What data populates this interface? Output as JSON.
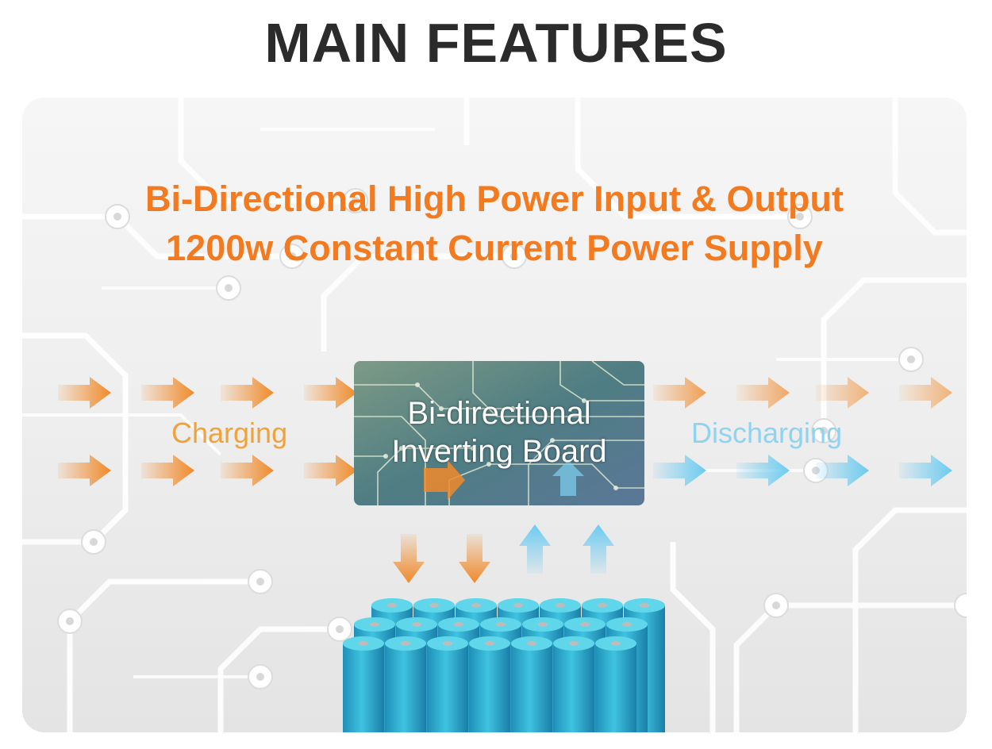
{
  "page": {
    "title": "MAIN FEATURES"
  },
  "headline": {
    "line1": "Bi-Directional High Power Input & Output",
    "line2": "1200w Constant Current Power Supply"
  },
  "flow": {
    "charging_label": "Charging",
    "discharging_label": "Discharging"
  },
  "board": {
    "line1": "Bi-directional",
    "line2": "Inverting Board"
  },
  "icons": [
    "circuit-board-background",
    "charge-arrow-icon",
    "discharge-arrow-icon",
    "battery-pack-icon"
  ],
  "colors": {
    "accent_orange": "#f47a20",
    "charging_orange": "#f0a23c",
    "discharging_blue": "#8fd3f2",
    "battery_cyan": "#2fb7d6",
    "title_dark": "#2b2b2b"
  }
}
